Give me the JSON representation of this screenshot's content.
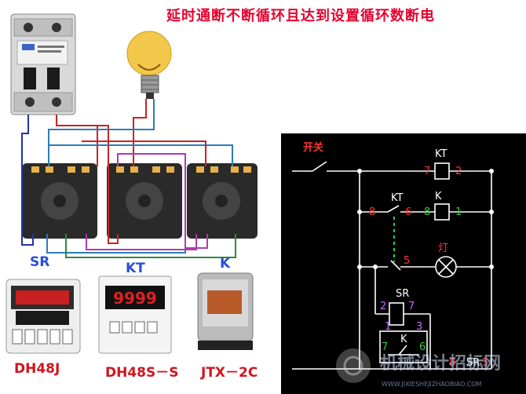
{
  "title": "延时通断不断循环且达到设置循环数断电",
  "devices": {
    "sr": {
      "tag": "SR",
      "model": "DH48J"
    },
    "kt": {
      "tag": "KT",
      "model": "DH48S－S",
      "display": "9999"
    },
    "k": {
      "tag": "K",
      "model": "JTX－2C"
    }
  },
  "schematic": {
    "switch_label": "开关",
    "kt_label": "KT",
    "k_label": "K",
    "kt_contact_label": "KT",
    "lamp_label": "灯",
    "sr_label": "SR",
    "k_contact_label": "K",
    "sr_contact_label": "SR",
    "pins": {
      "kt_coil_left": "7",
      "kt_coil_right": "2",
      "contact_left": "8",
      "contact_right": "6",
      "k_coil_left": "8",
      "k_coil_right": "1",
      "lamp_pin": "5",
      "sr_left": "2",
      "sr_right": "7",
      "k_box_tl": "1",
      "k_box_tr": "3",
      "k_box_bl": "7",
      "k_box_br": "6",
      "sr_bottom_left": "8",
      "sr_bottom_right": "5"
    }
  },
  "watermark": {
    "text": "机械设计招标网",
    "url": "WWW.JIXIESHEJIZHAOBIAO.COM"
  },
  "colors": {
    "title": "#e6002e",
    "schematic_bg": "#000000",
    "device_label_blue": "#2a4fd8",
    "device_label_red": "#d0151e"
  }
}
